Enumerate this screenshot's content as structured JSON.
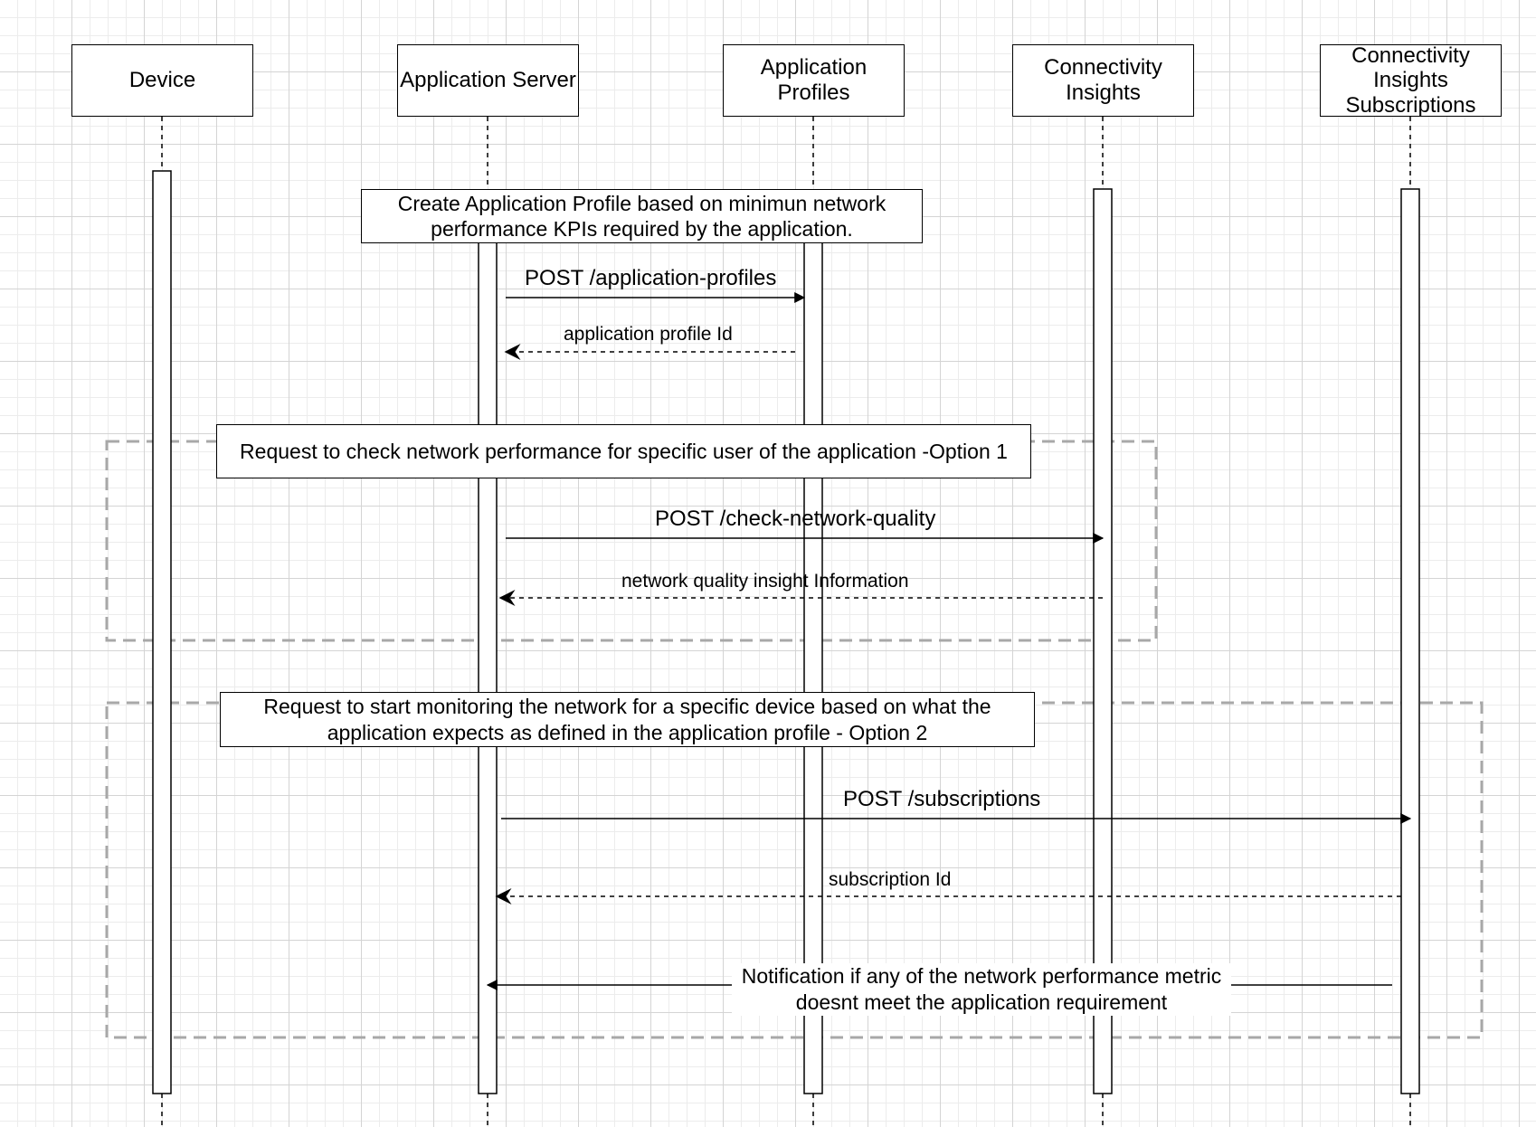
{
  "participants": [
    {
      "id": "device",
      "label": "Device"
    },
    {
      "id": "application-server",
      "label": "Application Server"
    },
    {
      "id": "application-profiles",
      "label": "Application\nProfiles"
    },
    {
      "id": "connectivity-insights",
      "label": "Connectivity\nInsights"
    },
    {
      "id": "connectivity-insights-subscriptions",
      "label": "Connectivity\nInsights\nSubscriptions"
    }
  ],
  "notes": {
    "create_profile": "Create Application Profile based on minimun network\nperformance KPIs required by the application.",
    "option1": "Request to check network performance for specific user of the application -Option 1",
    "option2": "Request to start monitoring the network for a specific device based on what the\napplication expects as defined in the application profile - Option 2"
  },
  "messages": [
    {
      "id": "m1",
      "from": "application-server",
      "to": "application-profiles",
      "style": "solid",
      "label": "POST /application-profiles"
    },
    {
      "id": "m2",
      "from": "application-profiles",
      "to": "application-server",
      "style": "dashed",
      "label": "application profile Id"
    },
    {
      "id": "m3",
      "from": "application-server",
      "to": "connectivity-insights",
      "style": "solid",
      "label": "POST /check-network-quality"
    },
    {
      "id": "m4",
      "from": "connectivity-insights",
      "to": "application-server",
      "style": "dashed",
      "label": "network quality insight Information"
    },
    {
      "id": "m5",
      "from": "application-server",
      "to": "connectivity-insights-subscriptions",
      "style": "solid",
      "label": "POST /subscriptions"
    },
    {
      "id": "m6",
      "from": "connectivity-insights-subscriptions",
      "to": "application-server",
      "style": "dashed",
      "label": "subscription Id"
    },
    {
      "id": "m7",
      "from": "connectivity-insights-subscriptions",
      "to": "application-server",
      "style": "solid",
      "label": "Notification if any of the network performance metric\ndoesnt meet the application requirement"
    }
  ]
}
